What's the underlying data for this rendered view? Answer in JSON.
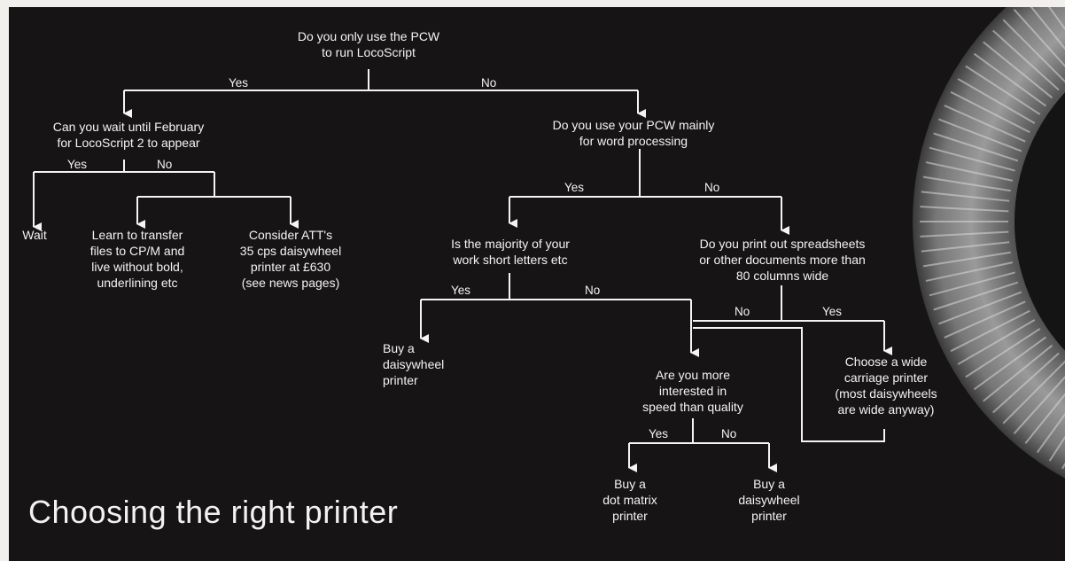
{
  "title": "Choosing the right printer",
  "nodes": {
    "q1": "Do you only use the PCW\nto run LocoScript",
    "q2": "Can you wait until February\nfor LocoScript 2 to appear",
    "q3": "Do you use your PCW mainly\nfor word processing",
    "wait": "Wait",
    "transfer": "Learn to transfer\nfiles to CP/M and\nlive without bold,\nunderlining etc",
    "att": "Consider ATT's\n35 cps daisywheel\nprinter at £630\n(see news pages)",
    "q4": "Is the majority of your\nwork short letters etc",
    "q5": "Do you print out spreadsheets\nor other documents more than\n80 columns wide",
    "buy_dw1": "Buy a\ndaisywheel\nprinter",
    "q6": "Are you more\ninterested in\nspeed than quality",
    "wide": "Choose a wide\ncarriage printer\n(most daisywheels\nare wide anyway)",
    "buy_dm": "Buy a\ndot matrix\nprinter",
    "buy_dw2": "Buy a\ndaisywheel\nprinter"
  },
  "edge_labels": {
    "q1_yes": "Yes",
    "q1_no": "No",
    "q2_yes": "Yes",
    "q2_no": "No",
    "q3_yes": "Yes",
    "q3_no": "No",
    "q4_yes": "Yes",
    "q4_no": "No",
    "q5_no": "No",
    "q5_yes": "Yes",
    "q6_yes": "Yes",
    "q6_no": "No"
  },
  "colors": {
    "background": "#161414",
    "ink": "#f4f4f4",
    "page": "#f2f0ed"
  },
  "decoration": {
    "image": "daisywheel-print-wheel"
  }
}
